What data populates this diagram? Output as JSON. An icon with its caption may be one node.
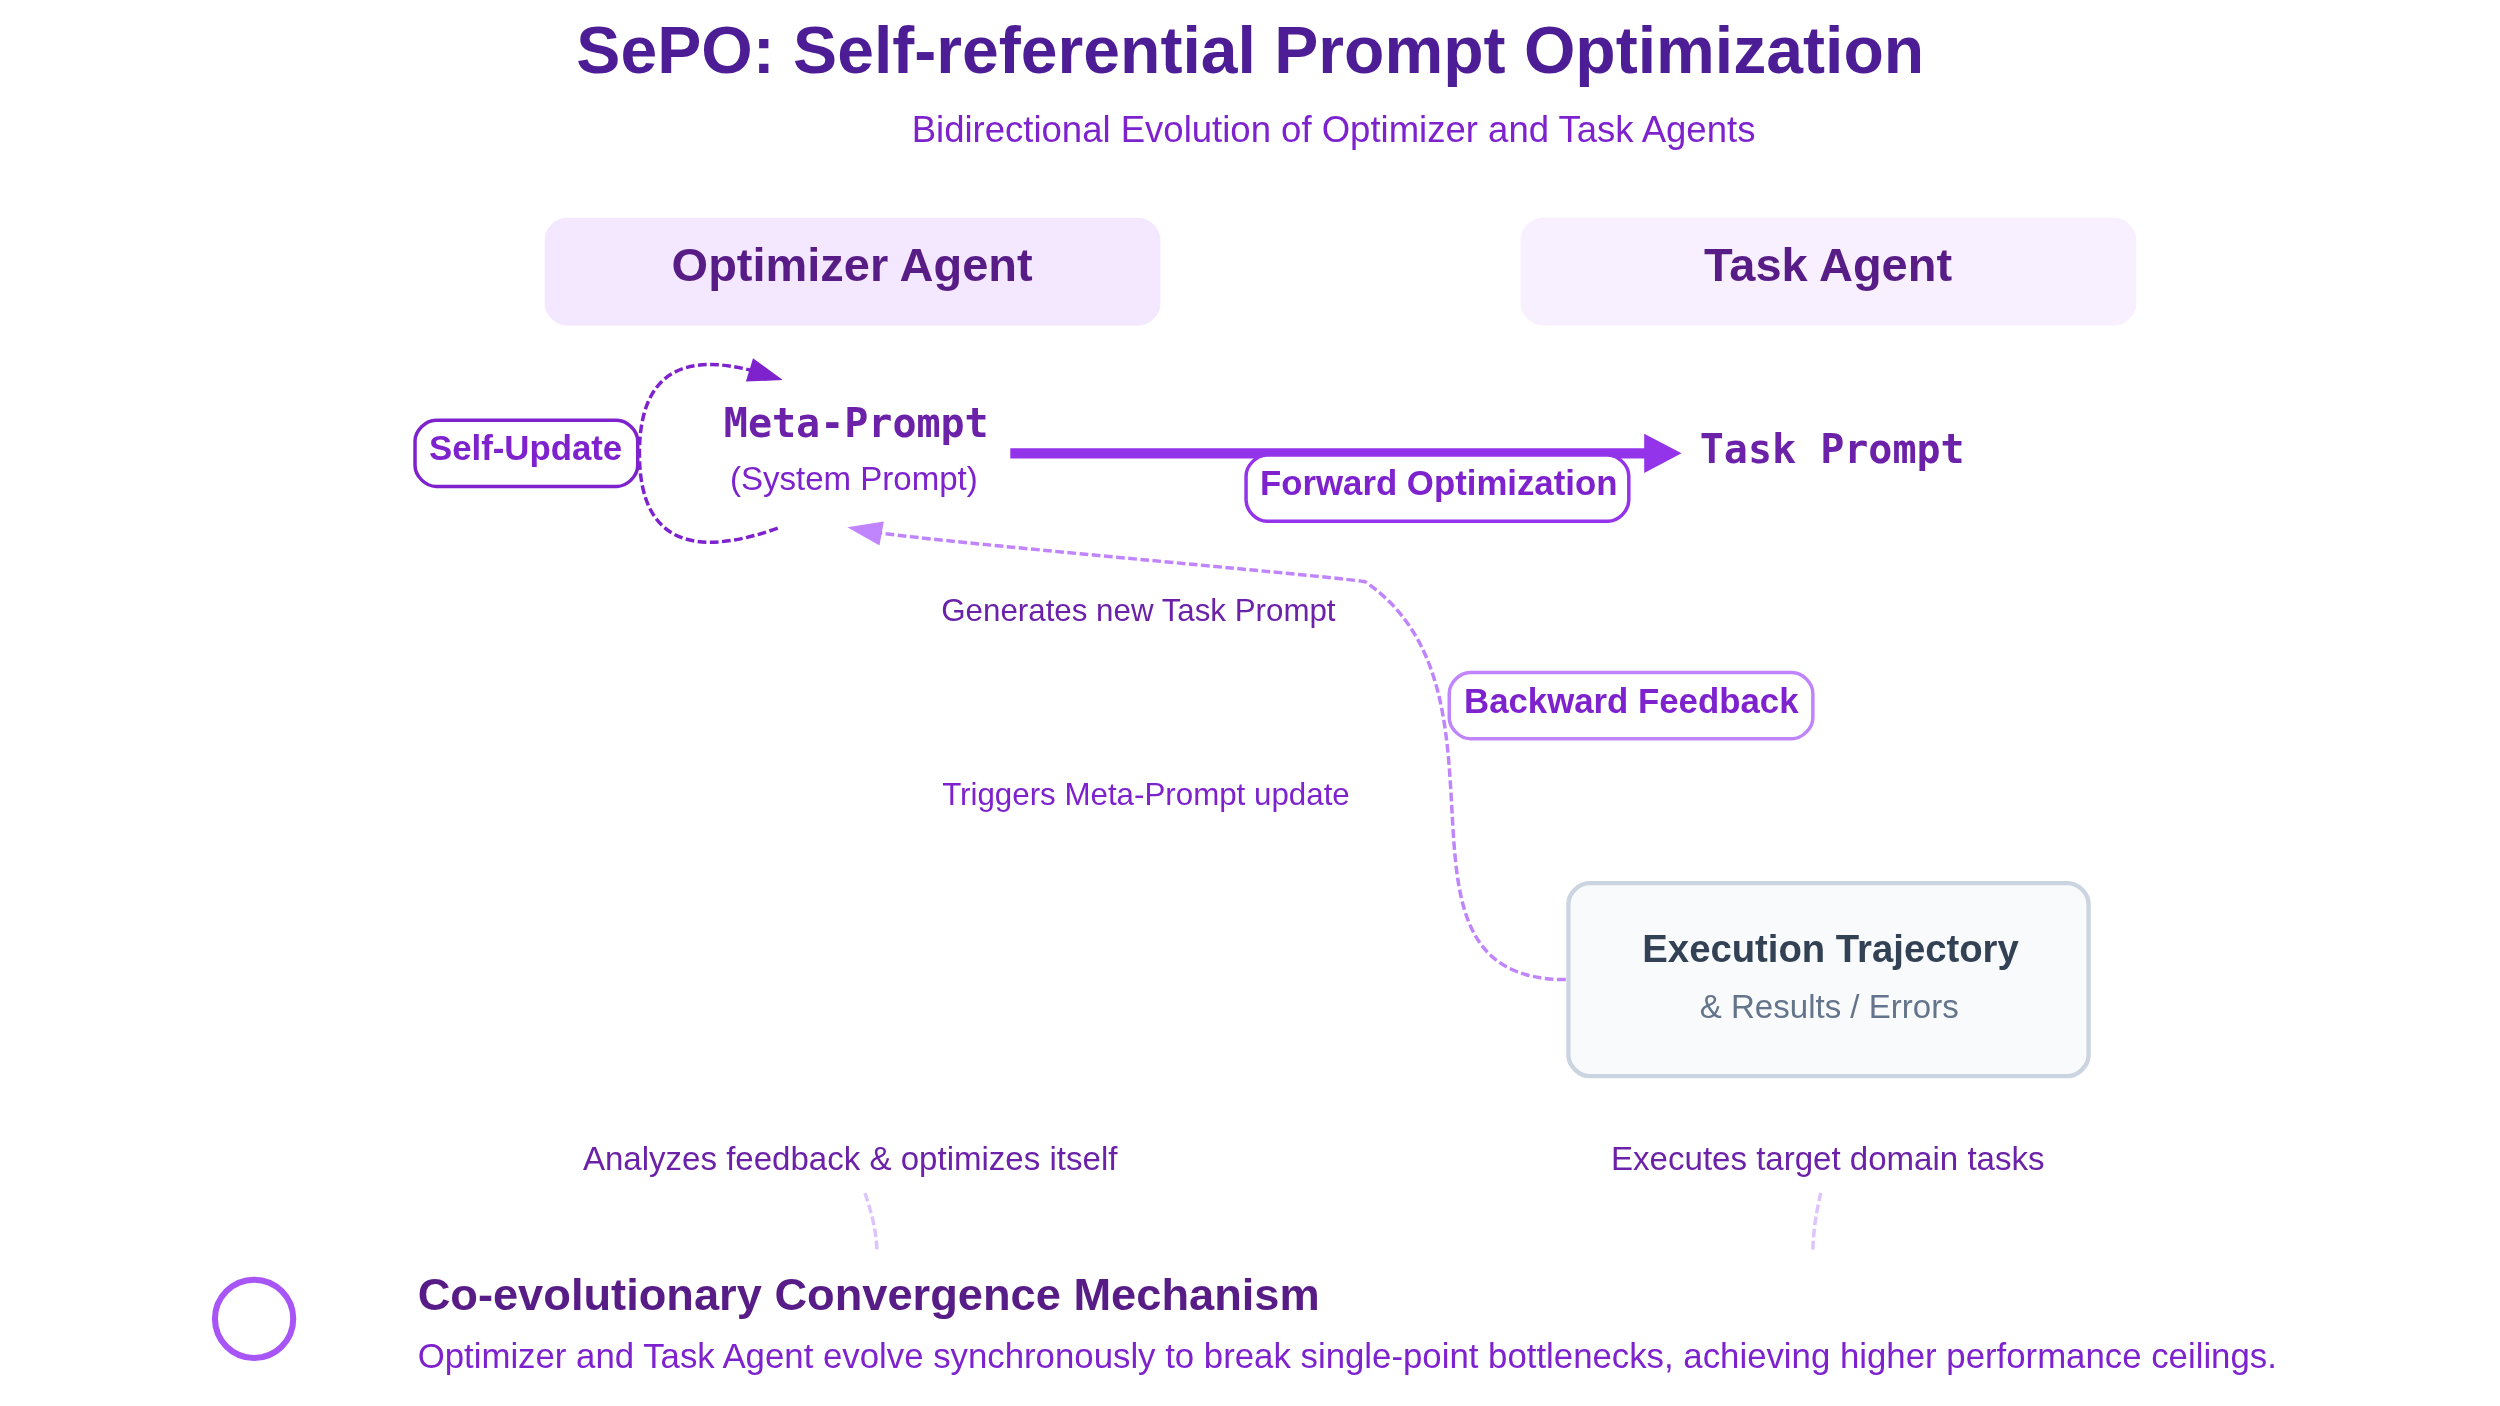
{
  "diagram": {
    "title": "SePO: Self-referential Prompt Optimization",
    "nodes": [
      {
        "text": [
          "Optimizer Agent"
        ]
      },
      {
        "text": [
          "Task Agent"
        ]
      },
      {
        "text": [
          "Meta-Prompt",
          "(System Prompt)"
        ]
      },
      {
        "text": [
          "Task Prompt"
        ]
      },
      {
        "text": [
          "Execution Trajectory",
          "& Results / Errors"
        ]
      },
      {
        "text": [
          "Analyzes feedback & optimizes itself"
        ]
      },
      {
        "text": [
          "Executes target domain tasks"
        ]
      },
      {
        "text": [],
        "shape": "circle"
      },
      {
        "text": [
          "Co-evolutionary Convergence Mechanism",
          "Optimizer and Task Agent evolve synchronously to break single-point bottlenecks, achieving higher performance ceilings."
        ]
      }
    ],
    "edges": [
      {
        "from": 2,
        "to": 3,
        "arrow": "to",
        "label": "Forward Optimization",
        "style": "thick",
        "color": "#9333ea"
      },
      {
        "from": 2,
        "to": 2,
        "arrow": "to",
        "label": "Self-Update",
        "style": "dashed",
        "color": "#7e22ce"
      },
      {
        "from": 4,
        "to": 2,
        "arrow": "to",
        "label": "Backward Feedback",
        "style": "dashed",
        "color": "#c084fc"
      },
      {
        "from": 5,
        "to": 8,
        "arrow": "none",
        "style": "dashed",
        "color": "#ddc4fb"
      },
      {
        "from": 6,
        "to": 8,
        "arrow": "none",
        "style": "dashed",
        "color": "#ddc4fb"
      }
    ],
    "labels": [
      "Bidirectional Evolution of Optimizer and Task Agents",
      "Generates new Task Prompt",
      "Triggers Meta-Prompt update"
    ]
  }
}
